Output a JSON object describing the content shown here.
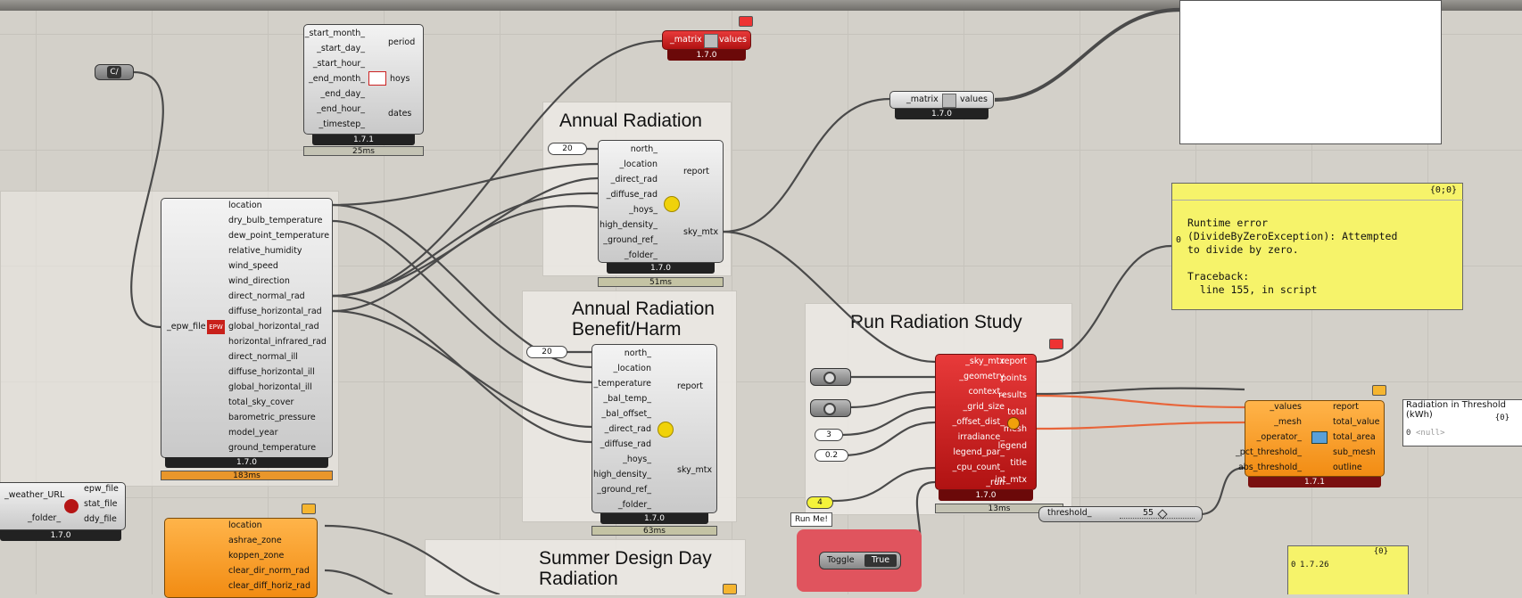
{
  "colors": {
    "canvas": "#d3d0c9",
    "component": "#d9d9d9",
    "error_red": "#d02020",
    "orange": "#f7a030",
    "yellow_panel": "#f6f36a",
    "wire": "#4a4a4a",
    "orange_wire": "#e8653a"
  },
  "groups": {
    "annual_radiation": "Annual Radiation",
    "annual_benefit": "Annual Radiation Benefit/Harm",
    "run_study": "Run Radiation Study",
    "summer_design": "Summer Design Day Radiation"
  },
  "analysis_period": {
    "inputs": [
      "_start_month_",
      "_start_day_",
      "_start_hour_",
      "_end_month_",
      "_end_day_",
      "_end_hour_",
      "_timestep_"
    ],
    "outputs": [
      "period",
      "hoys",
      "dates"
    ],
    "version": "1.7.1",
    "timer": "25ms",
    "icon": "calendar-icon"
  },
  "matrix_error": {
    "inputs": [
      "_matrix"
    ],
    "outputs": [
      "values"
    ],
    "version": "1.7.0"
  },
  "matrix_values": {
    "inputs": [
      "_matrix"
    ],
    "outputs": [
      "values"
    ],
    "version": "1.7.0"
  },
  "sky_matrix": {
    "number_input": "20",
    "inputs": [
      "north_",
      "_location",
      "_direct_rad",
      "_diffuse_rad",
      "_hoys_",
      "high_density_",
      "_ground_ref_",
      "_folder_"
    ],
    "outputs": [
      "report",
      "sky_mtx"
    ],
    "version": "1.7.0",
    "timer": "51ms",
    "icon": "sun-icon"
  },
  "benefit_sky": {
    "number_input": "20",
    "inputs": [
      "north_",
      "_location",
      "_temperature",
      "_bal_temp_",
      "_bal_offset_",
      "_direct_rad",
      "_diffuse_rad",
      "_hoys_",
      "high_density_",
      "_ground_ref_",
      "_folder_"
    ],
    "outputs": [
      "report",
      "sky_mtx"
    ],
    "version": "1.7.0",
    "timer": "63ms",
    "icon": "sun-icon"
  },
  "import_epw": {
    "input": "_epw_file",
    "badge": "EPW",
    "outputs": [
      "location",
      "dry_bulb_temperature",
      "dew_point_temperature",
      "relative_humidity",
      "wind_speed",
      "wind_direction",
      "direct_normal_rad",
      "diffuse_horizontal_rad",
      "global_horizontal_rad",
      "horizontal_infrared_rad",
      "direct_normal_ill",
      "diffuse_horizontal_ill",
      "global_horizontal_ill",
      "total_sky_cover",
      "barometric_pressure",
      "model_year",
      "ground_temperature"
    ],
    "version": "1.7.0",
    "timer": "183ms"
  },
  "download_weather": {
    "inputs": [
      "_weather_URL",
      "_folder_"
    ],
    "outputs": [
      "epw_file",
      "stat_file",
      "ddy_file"
    ],
    "version": "1.7.0",
    "icon": "ladybug-icon"
  },
  "import_stat": {
    "outputs": [
      "location",
      "ashrae_zone",
      "koppen_zone",
      "clear_dir_norm_rad",
      "clear_diff_horiz_rad"
    ]
  },
  "radiation_study": {
    "inputs": [
      "_sky_mtx",
      "_geometry",
      "context_",
      "_grid_size",
      "_offset_dist_",
      "irradiance_",
      "legend_par_",
      "_cpu_count_",
      "_run"
    ],
    "outputs": [
      "report",
      "points",
      "results",
      "total",
      "mesh",
      "legend",
      "title",
      "int_mtx"
    ],
    "version": "1.7.0",
    "timer": "13ms",
    "icon": "sun-icon",
    "grid_size": "3",
    "offset": "0.2",
    "cpu": "4"
  },
  "threshold": {
    "inputs": [
      "_values",
      "_mesh",
      "_operator_",
      "_pct_threshold_",
      "abs_threshold_"
    ],
    "outputs": [
      "report",
      "total_value",
      "total_area",
      "sub_mesh",
      "outline"
    ],
    "version": "1.7.1"
  },
  "threshold_slider": {
    "label": "threshold_",
    "value": "55"
  },
  "run_button": {
    "label": "Run Me!"
  },
  "toggle": {
    "label": "Toggle",
    "value": "True"
  },
  "error_panel": {
    "header": "{0;0}",
    "index": "0",
    "lines": [
      "Runtime error",
      "(DivideByZeroException): Attempted",
      "to divide by zero.",
      "",
      "Traceback:",
      "  line 155, in script"
    ]
  },
  "radiation_panel": {
    "title": "Radiation in Threshold (kWh)",
    "header": "{0}",
    "index": "0",
    "value": "<null>"
  },
  "version_panel": {
    "header": "{0}",
    "index": "0",
    "value": "1.7.26"
  },
  "cd_node": {
    "label": "C/"
  }
}
